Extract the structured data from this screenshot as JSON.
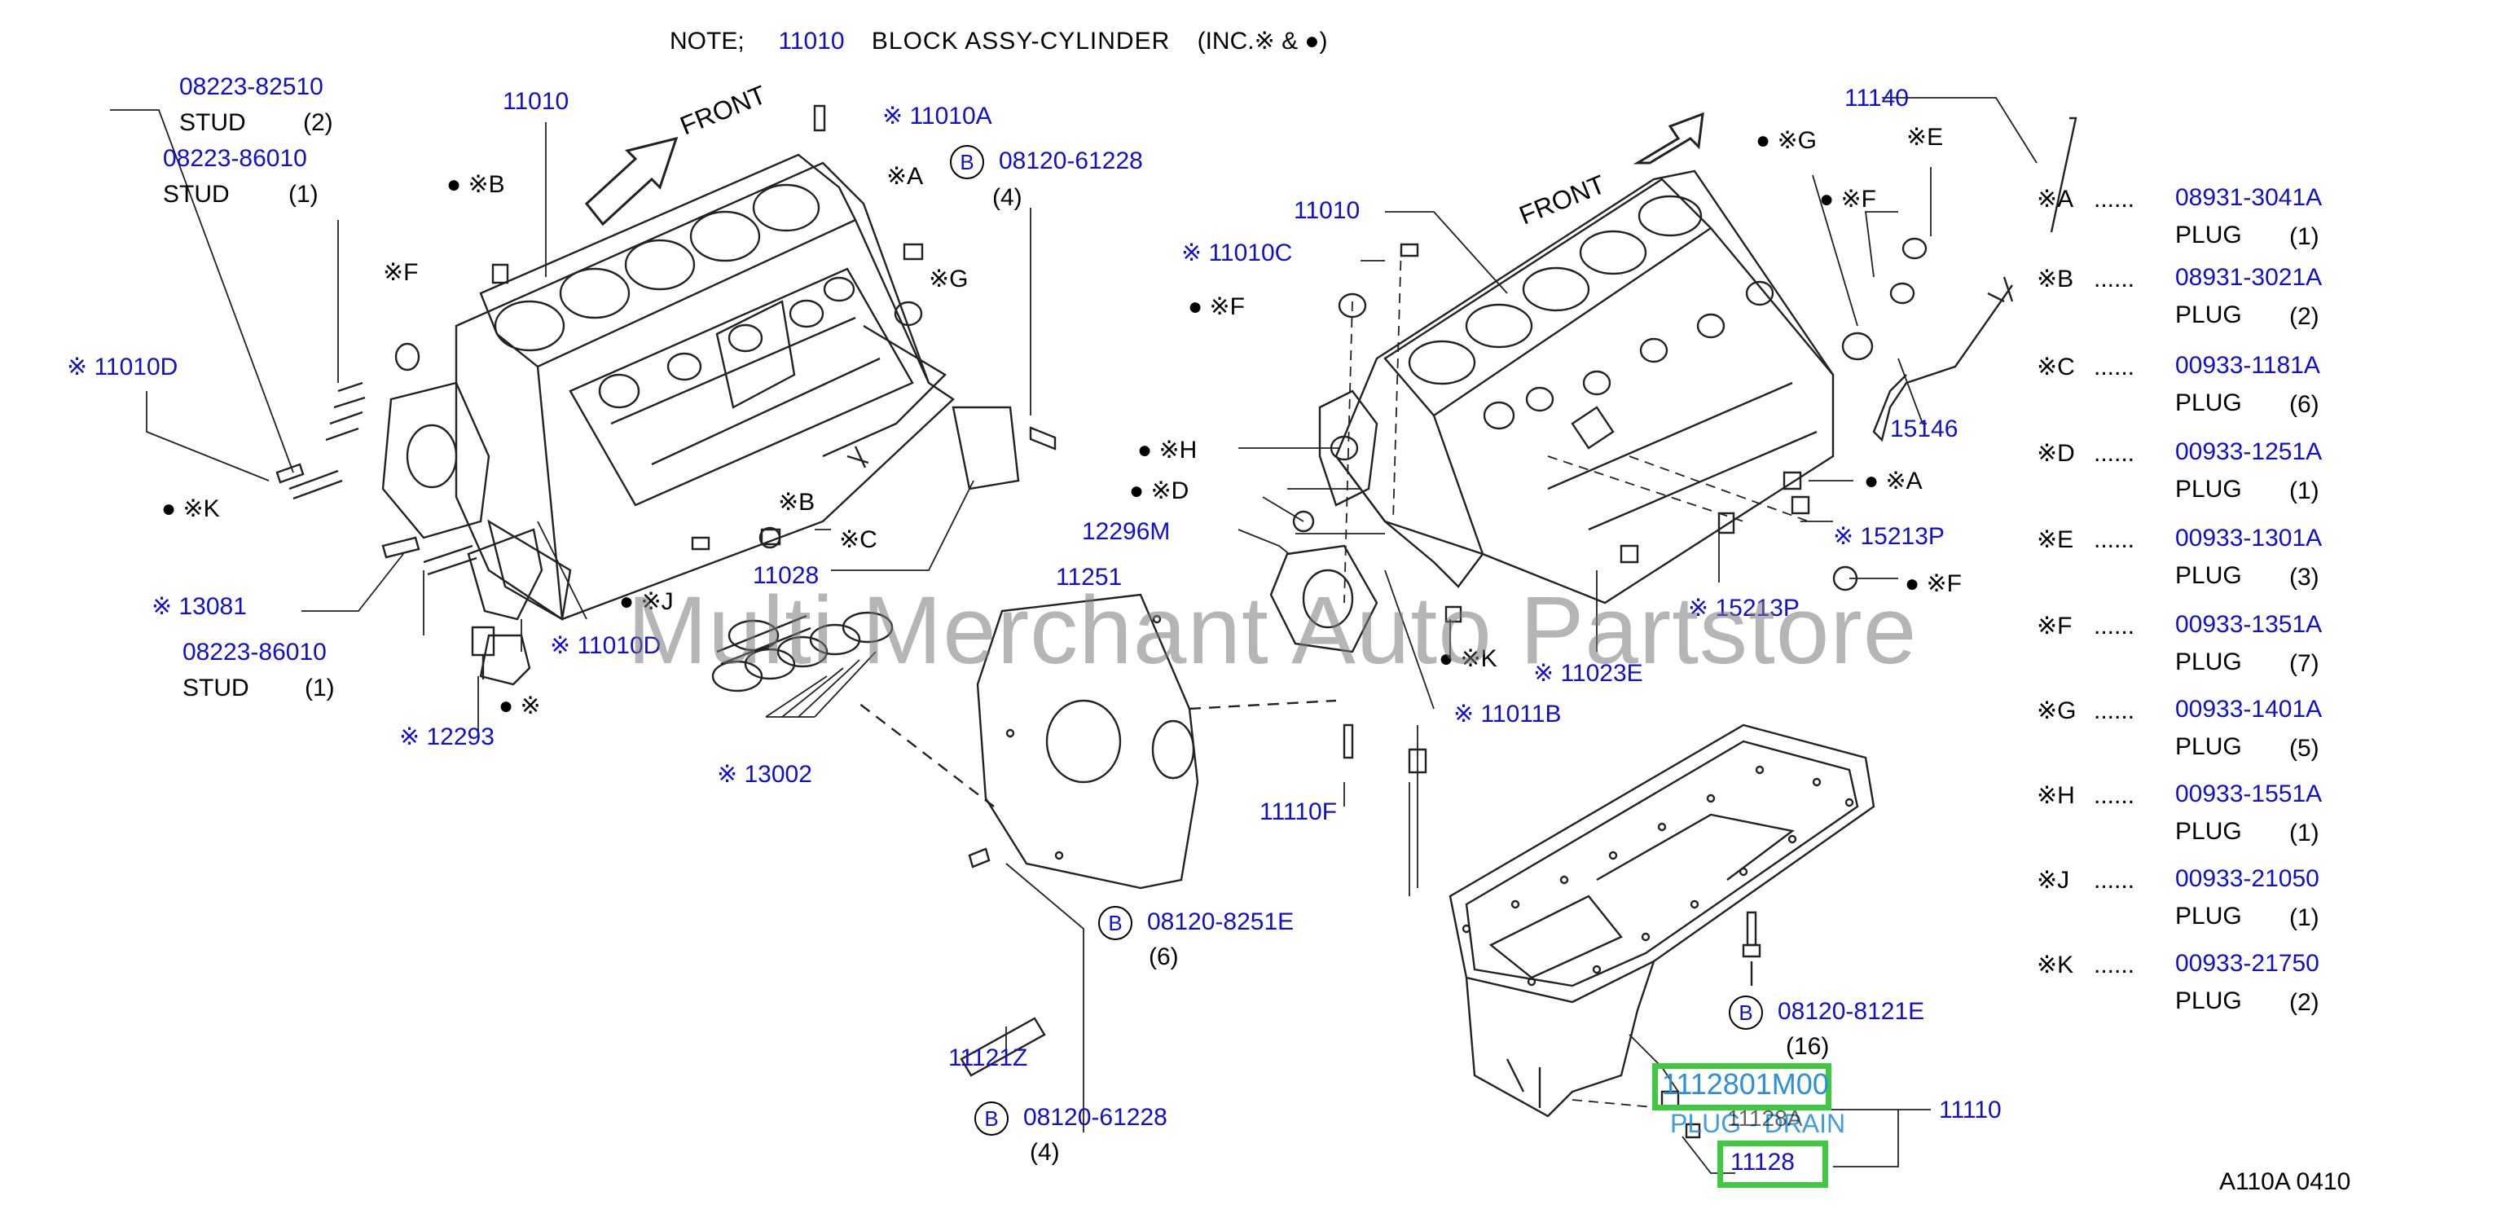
{
  "note": {
    "prefix": "NOTE;",
    "part": "11010",
    "desc": "BLOCK   ASSY-CYLINDER",
    "inc": "(INC.※ &   ●)"
  },
  "front_left": "FRONT",
  "front_right": "FRONT",
  "labels": {
    "stud1_pn": "08223-82510",
    "stud1_name": "STUD",
    "stud1_qty": "(2)",
    "stud2_pn": "08223-86010",
    "stud2_name": "STUD",
    "stud2_qty": "(1)",
    "stud3_pn": "08223-86010",
    "stud3_name": "STUD",
    "stud3_qty": "(1)",
    "block_left": "11010",
    "p11010A": "※ 11010A",
    "bolt_top_pn": "08120-61228",
    "bolt_top_qty": "(4)",
    "dotB_left": "● ※B",
    "A_left": "※A",
    "F_left": "※F",
    "G_left": "※G",
    "p11010D_left": "※ 11010D",
    "K_left": "●  ※K",
    "B_mid": "※B",
    "C_mid": "※C",
    "p11028": "11028",
    "p13081": "※ 13081",
    "J_left": "● ※J",
    "p11010D_lower": "※ 11010D",
    "dot_mark": "● ※",
    "p12293": "※ 12293",
    "p13002": "※ 13002",
    "p11251": "11251",
    "p11110F": "11110F",
    "bolt_mid_pn": "08120-8251E",
    "bolt_mid_qty": "(6)",
    "p11121Z": "11121Z",
    "bolt_bot_pn": "08120-61228",
    "bolt_bot_qty": "(4)",
    "block_right": "11010",
    "p11010C": "※ 11010C",
    "F_right1": "● ※F",
    "H_right": "● ※H",
    "D_right": "● ※D",
    "p12296M": "12296M",
    "K_right": "● ※K",
    "p11023E": "※ 11023E",
    "p11011B": "※ 11011B",
    "G_right": "● ※G",
    "E_right": "※E",
    "F_right2": "● ※F",
    "p11140": "11140",
    "p15146": "15146",
    "A_right": "● ※A",
    "p15213P_a": "※ 15213P",
    "p15213P_b": "※ 15213P",
    "F_right3": "● ※F",
    "pan_bolt_pn": "08120-8121E",
    "pan_bolt_qty": "(16)",
    "p11110": "11110",
    "hl_top": "1112801M00",
    "plug_drain": "PLUG - DRAIN",
    "p11128A": "11128A",
    "hl_bottom": "11128",
    "ref": "A110A   0410",
    "circle_b": "B"
  },
  "legend": [
    {
      "key": "※A",
      "pn": "08931-3041A",
      "name": "PLUG",
      "qty": "(1)"
    },
    {
      "key": "※B",
      "pn": "08931-3021A",
      "name": "PLUG",
      "qty": "(2)"
    },
    {
      "key": "※C",
      "pn": "00933-1181A",
      "name": "PLUG",
      "qty": "(6)"
    },
    {
      "key": "※D",
      "pn": "00933-1251A",
      "name": "PLUG",
      "qty": "(1)"
    },
    {
      "key": "※E",
      "pn": "00933-1301A",
      "name": "PLUG",
      "qty": "(3)"
    },
    {
      "key": "※F",
      "pn": "00933-1351A",
      "name": "PLUG",
      "qty": "(7)"
    },
    {
      "key": "※G",
      "pn": "00933-1401A",
      "name": "PLUG",
      "qty": "(5)"
    },
    {
      "key": "※H",
      "pn": "00933-1551A",
      "name": "PLUG",
      "qty": "(1)"
    },
    {
      "key": "※J",
      "pn": "00933-21050",
      "name": "PLUG",
      "qty": "(1)"
    },
    {
      "key": "※K",
      "pn": "00933-21750",
      "name": "PLUG",
      "qty": "(2)"
    }
  ],
  "legend_dots": "......",
  "watermark": "Multi Merchant Auto Partstore",
  "colors": {
    "part_number": "#1010cc",
    "highlight": "#3ec93e",
    "ink": "#000000"
  }
}
